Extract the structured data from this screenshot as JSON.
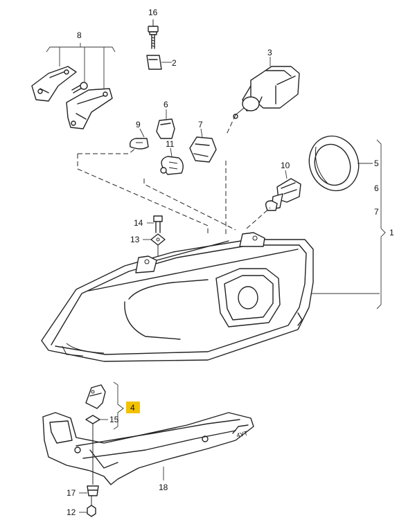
{
  "callouts": [
    {
      "id": "c16",
      "text": "16"
    },
    {
      "id": "c8",
      "text": "8"
    },
    {
      "id": "c2",
      "text": "2"
    },
    {
      "id": "c3",
      "text": "3"
    },
    {
      "id": "c6",
      "text": "6"
    },
    {
      "id": "c9",
      "text": "9"
    },
    {
      "id": "c7",
      "text": "7"
    },
    {
      "id": "c11",
      "text": "11"
    },
    {
      "id": "c10",
      "text": "10"
    },
    {
      "id": "c5",
      "text": "5"
    },
    {
      "id": "c6b",
      "text": "6"
    },
    {
      "id": "c7b",
      "text": "7"
    },
    {
      "id": "c1",
      "text": "1"
    },
    {
      "id": "c14",
      "text": "14"
    },
    {
      "id": "c13",
      "text": "13"
    },
    {
      "id": "c4",
      "text": "4"
    },
    {
      "id": "c15",
      "text": "15"
    },
    {
      "id": "c18",
      "text": "18"
    },
    {
      "id": "c17",
      "text": "17"
    },
    {
      "id": "c12",
      "text": "12"
    }
  ],
  "highlight_color": "#f2c200",
  "highlighted_callout": "4",
  "icons": [
    "headlamp-housing",
    "bulb-h7",
    "bulb-w5w",
    "bulb-h7-small",
    "adjusting-motor",
    "cap-ring",
    "bracket",
    "screw",
    "clip-nut",
    "socket"
  ]
}
